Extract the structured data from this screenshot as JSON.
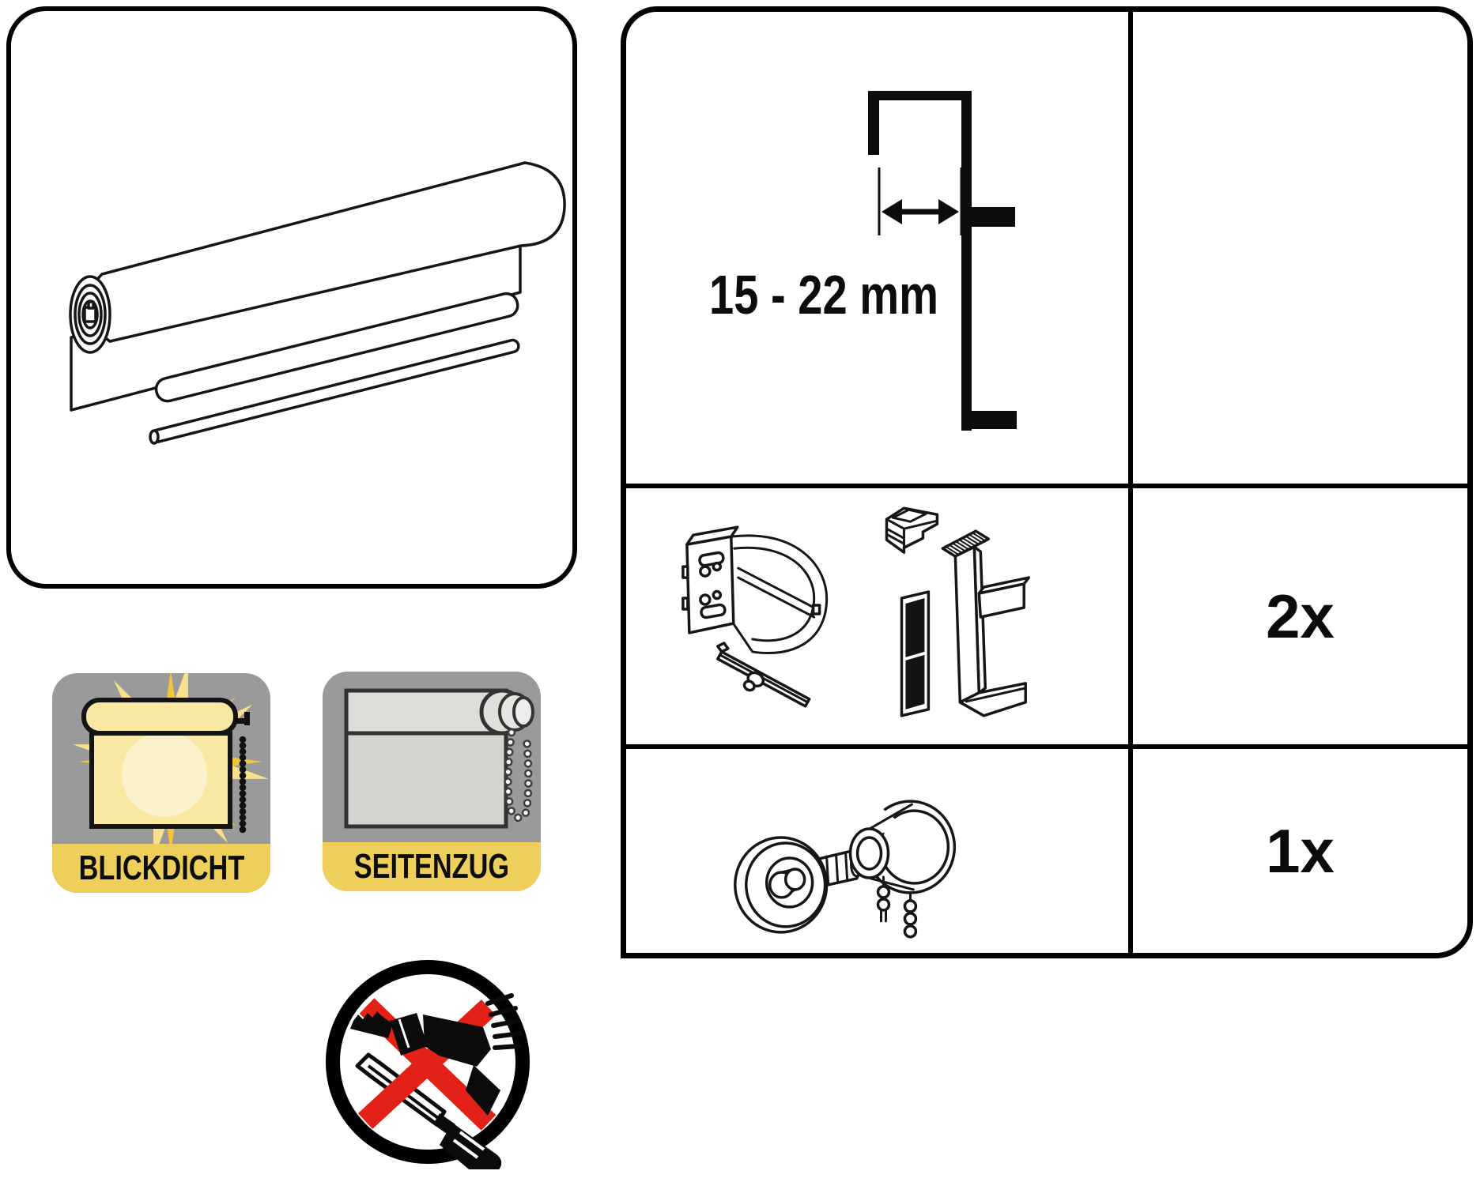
{
  "product_panel": {
    "illustration": "rolled-roller-blind-with-bottom-slat-and-rod"
  },
  "feature_badges": {
    "blickdicht": {
      "label": "BLICKDICHT",
      "icon": "sun-behind-blind-icon"
    },
    "seitenzug": {
      "label": "SEITENZUG",
      "icon": "blind-with-side-chain-icon"
    }
  },
  "no_drill": {
    "icon": "no-drilling-icon"
  },
  "parts_table": {
    "row1": {
      "icon": "window-frame-clamp-range-diagram",
      "measurement": "15 - 22 mm",
      "quantity": ""
    },
    "row2": {
      "icon": "clamp-bracket-parts-icon",
      "quantity": "2x"
    },
    "row3": {
      "icon": "end-cap-and-chain-operator-parts-icon",
      "quantity": "1x"
    }
  },
  "colors": {
    "badge_gray": "#9a9a9a",
    "badge_yellow": "#eecf5c",
    "sun_ray": "#f2c33c",
    "sun_ray_pale": "#f8e18c",
    "fabric_yellow": "#f8e8a2",
    "fabric_highlight": "rgba(255,255,255,0.45)",
    "gray_blind": "#d3d5d0",
    "gray_blind_band": "#dbddd8",
    "prohibition_red": "#e32119",
    "ink": "#161616"
  }
}
